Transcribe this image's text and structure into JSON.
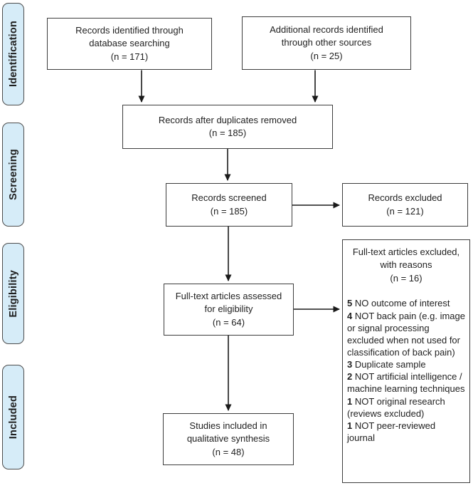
{
  "colors": {
    "stage_fill": "#d6ecf8",
    "stage_border": "#4d4d4d",
    "box_border": "#3d3d3d",
    "arrow": "#1a1a1a",
    "text": "#1f1f1f"
  },
  "stages": {
    "identification": "Identification",
    "screening": "Screening",
    "eligibility": "Eligibility",
    "included": "Included"
  },
  "boxes": {
    "identified": "Records identified through\ndatabase searching\n(n = 171)",
    "additional": "Additional records identified\nthrough other sources\n(n = 25)",
    "after_duplicates": "Records after duplicates removed\n(n = 185)",
    "screened": "Records screened\n(n = 185)",
    "records_excluded": "Records excluded\n(n = 121)",
    "fulltext_assessed": "Full-text articles assessed\nfor eligibility\n(n = 64)",
    "included_studies": "Studies included in\nqualitative synthesis\n(n = 48)"
  },
  "exclusion": {
    "header": "Full-text articles excluded,\nwith reasons\n(n = 16)",
    "reasons": [
      {
        "count": "5",
        "text": "NO outcome of interest"
      },
      {
        "count": "4",
        "text": "NOT back pain (e.g. image or signal processing excluded when not used for classification of back pain)"
      },
      {
        "count": "3",
        "text": "Duplicate sample"
      },
      {
        "count": "2",
        "text": "NOT artificial intelligence / machine learning techniques"
      },
      {
        "count": "1",
        "text": "NOT original research (reviews excluded)"
      },
      {
        "count": "1",
        "text": "NOT peer-reviewed journal"
      }
    ]
  }
}
